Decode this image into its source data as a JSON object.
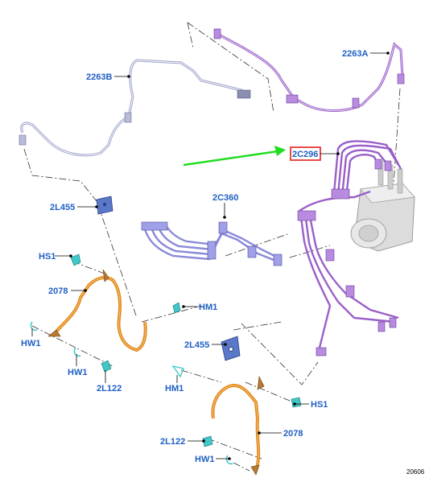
{
  "labels": {
    "2263A": "2263A",
    "2263B": "2263B",
    "2C296": "2C296",
    "2C360": "2C360",
    "2L455_upper": "2L455",
    "2L455_lower": "2L455",
    "HS1_upper": "HS1",
    "HS1_lower": "HS1",
    "2078_upper": "2078",
    "2078_lower": "2078",
    "HM1_right": "HM1",
    "HM1_lower": "HM1",
    "HW1_left": "HW1",
    "HW1_mid": "HW1",
    "HW1_lower": "HW1",
    "2L122_upper": "2L122",
    "2L122_lower": "2L122"
  },
  "figure_number": "20606",
  "colors": {
    "label_text": "#1f5fc4",
    "highlight_box": "#e0201c",
    "arrow": "#22dd22",
    "purple_line": "#9a5fc8",
    "blue_line": "#8a8ad8",
    "grey_line": "#9aa0c8",
    "orange_hose": "#e08a1e",
    "module": "#d8d8d8"
  }
}
